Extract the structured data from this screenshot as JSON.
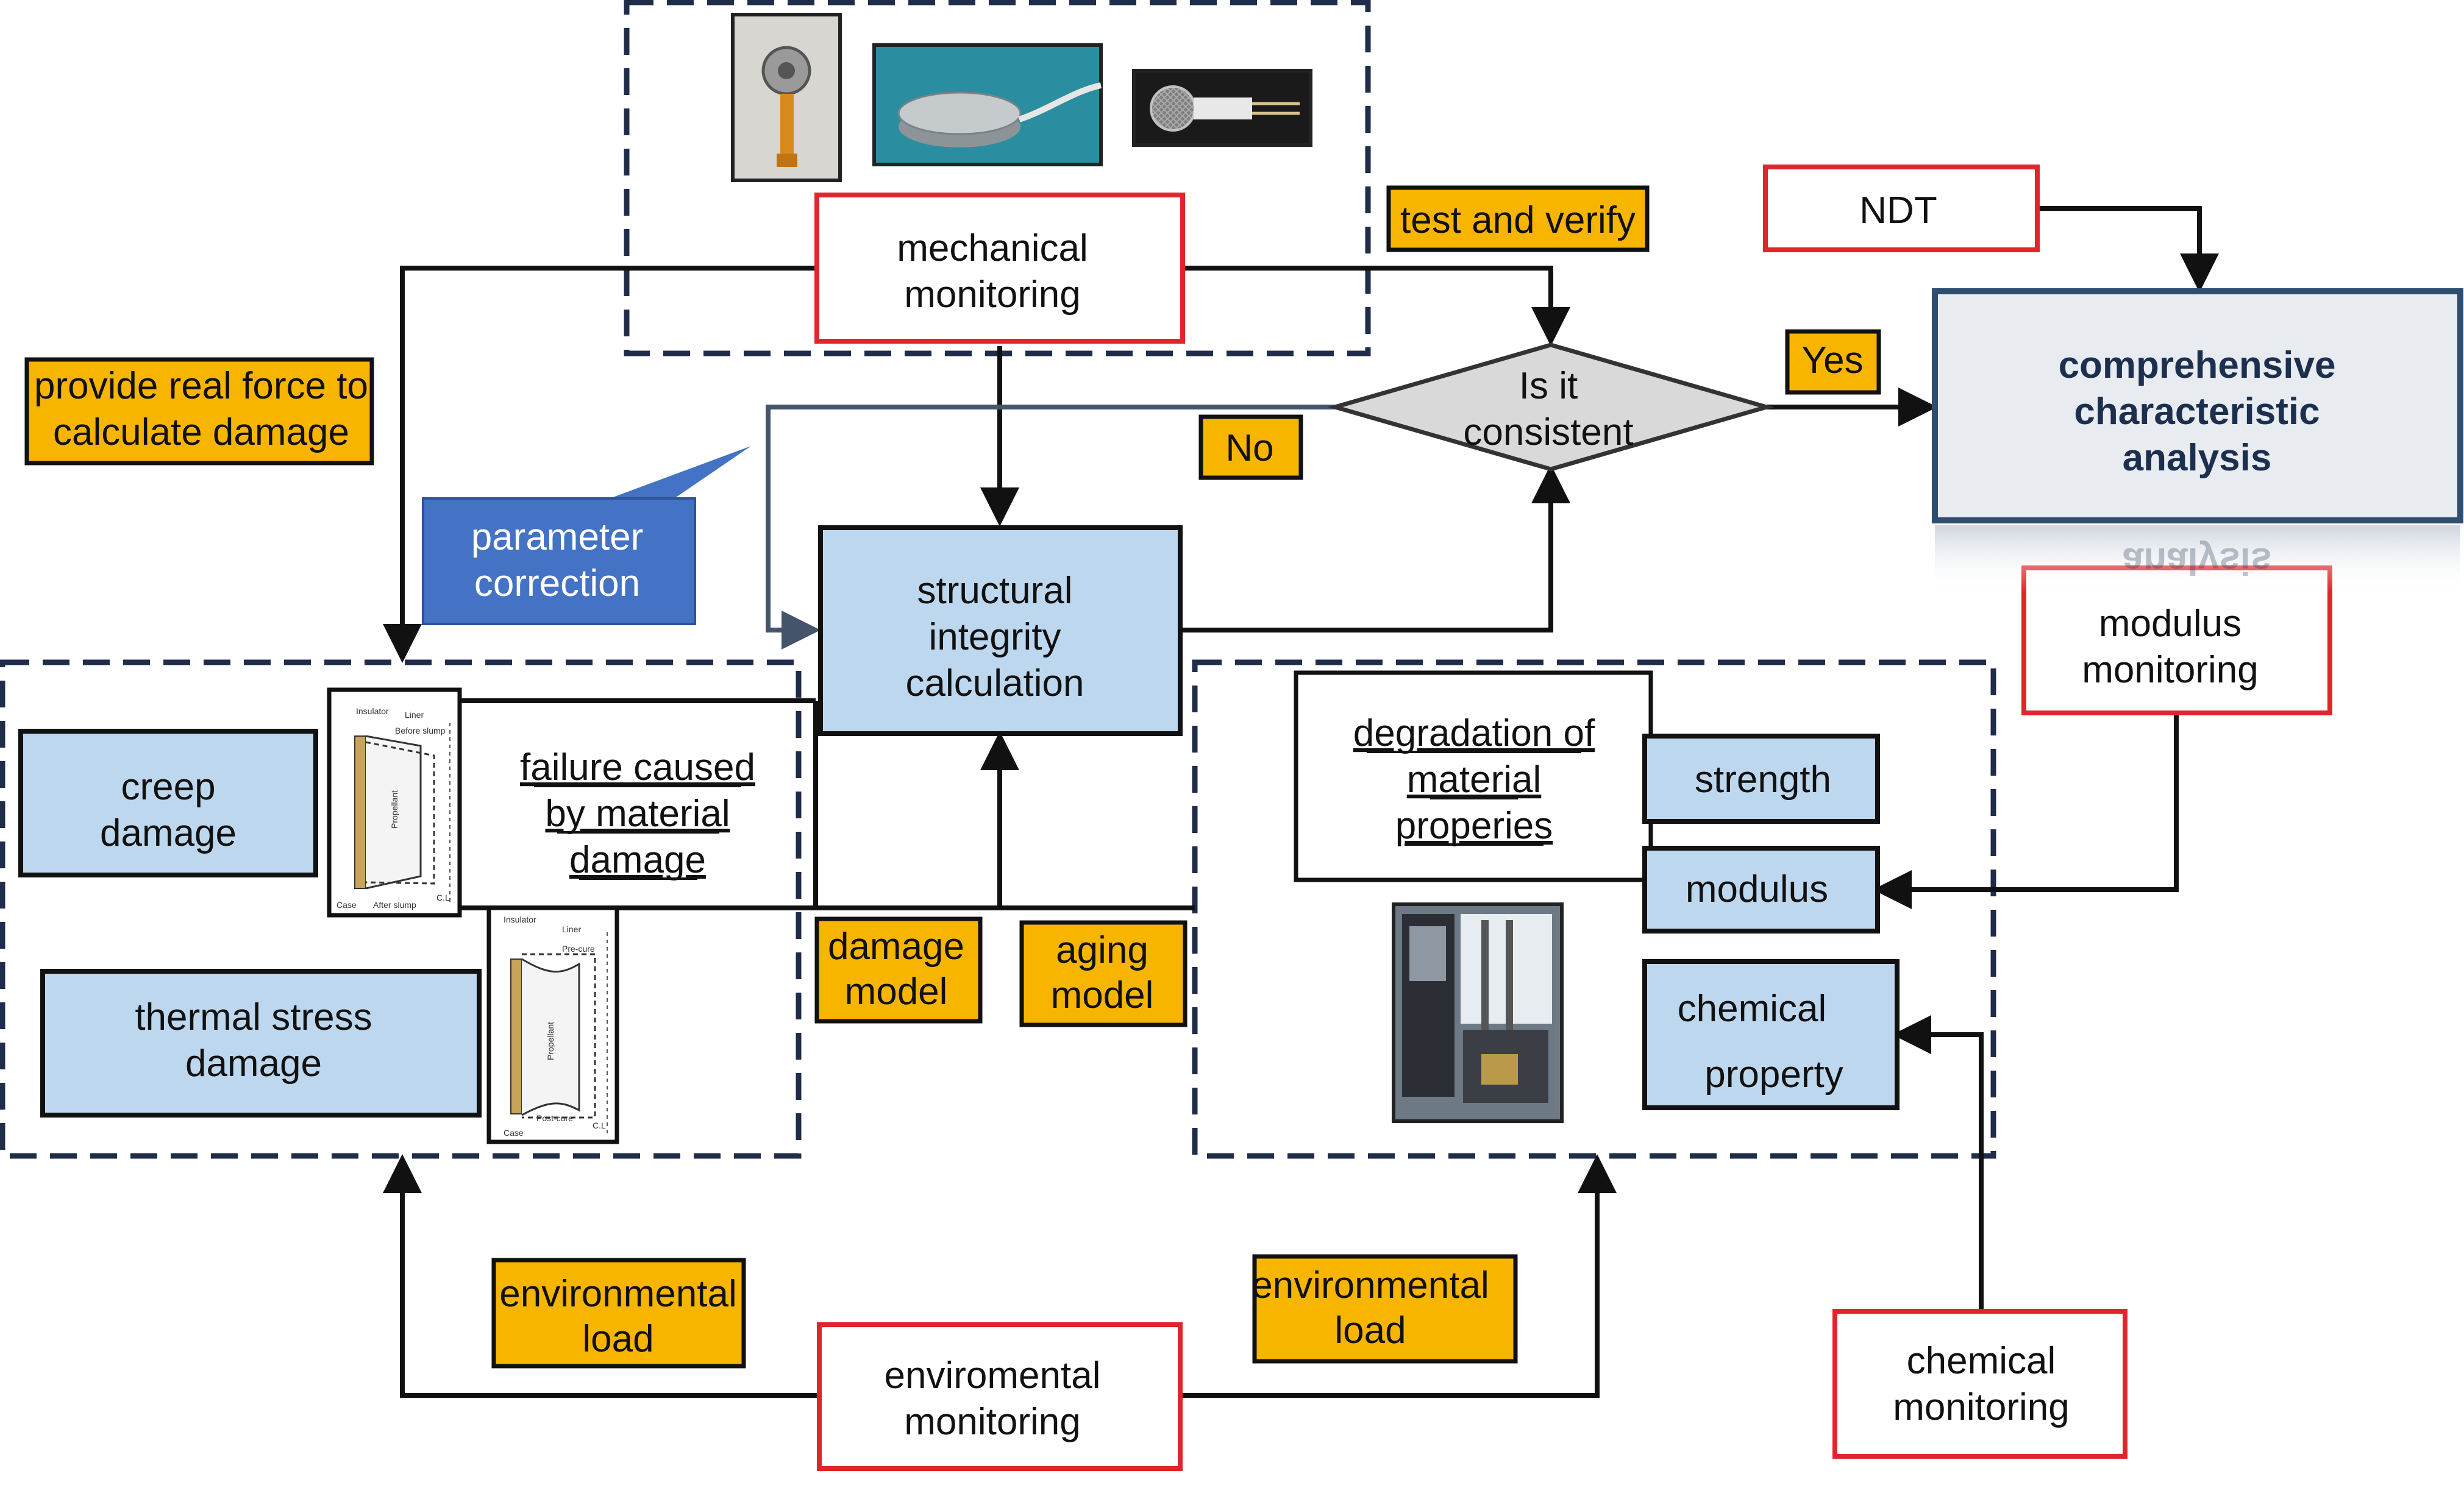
{
  "colors": {
    "red_border": "#e0262c",
    "orange_fill": "#f7b500",
    "blue_fill": "#bdd7ee",
    "param_blue": "#4472c4",
    "dashed": "#1f2d4a",
    "diamond_fill": "#d9d9d9",
    "analysis_fill": "#e8ecf1",
    "analysis_border": "#2f4e6f",
    "line": "#111111",
    "feedback_line": "#44546a"
  },
  "nodes": {
    "mechanical_monitoring": [
      "mechanical",
      "monitoring"
    ],
    "test_and_verify": "test and verify",
    "ndt": "NDT",
    "comprehensive_analysis": [
      "comprehensive",
      "characteristic",
      "analysis"
    ],
    "analysis_reflection": "analysis",
    "provide_real_force": [
      "provide real force to",
      "calculate damage"
    ],
    "decision": [
      "Is it",
      "consistent"
    ],
    "yes": "Yes",
    "no": "No",
    "parameter_correction": [
      "parameter",
      "correction"
    ],
    "structural_integrity": [
      "structural",
      "integrity",
      "calculation"
    ],
    "modulus_monitoring": [
      "modulus",
      "monitoring"
    ],
    "creep_damage": [
      "creep",
      "damage"
    ],
    "failure_caused": [
      "failure caused",
      "by material",
      "damage"
    ],
    "thermal_stress_damage": [
      "thermal stress",
      "damage"
    ],
    "damage_model": [
      "damage",
      "model"
    ],
    "aging_model": [
      "aging",
      "model"
    ],
    "degradation": [
      "degradation of",
      "material",
      "properies"
    ],
    "strength": "strength",
    "modulus": "modulus",
    "chemical_property": [
      "chemical",
      "property"
    ],
    "environmental_load_left": [
      "environmental",
      "load"
    ],
    "environmental_load_right": [
      "environmental",
      "load"
    ],
    "enviromental_monitoring": [
      "enviromental",
      "monitoring"
    ],
    "chemical_monitoring": [
      "chemical",
      "monitoring"
    ]
  },
  "figure_labels": {
    "grain_top": [
      "Insulator",
      "Liner",
      "Before slump",
      "Propellant",
      "Case",
      "After slump",
      "C.L"
    ],
    "grain_bottom": [
      "Insulator",
      "Liner",
      "Pre-cure",
      "Propellant",
      "Post-cure",
      "Case",
      "C.L"
    ]
  },
  "icons": {
    "sensor_photo_1": "flexible-pressure-sensor-photo-icon",
    "sensor_photo_2": "button-load-cell-photo-icon",
    "sensor_photo_3": "strain-gauge-photo-icon",
    "test_machine_photo": "material-testing-machine-photo-icon"
  }
}
